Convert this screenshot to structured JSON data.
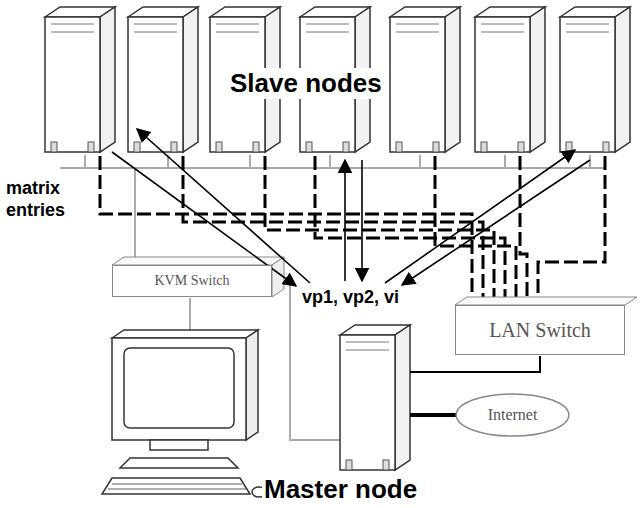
{
  "diagram": {
    "nodes": [
      {
        "text": [
          "KVM Switch"
        ]
      },
      {
        "text": [
          "LAN Switch"
        ]
      },
      {
        "text": [
          "Internet"
        ]
      }
    ],
    "labels": [
      "Slave nodes",
      "matrix entries",
      "vp1, vp2, vi",
      "Master node"
    ]
  }
}
